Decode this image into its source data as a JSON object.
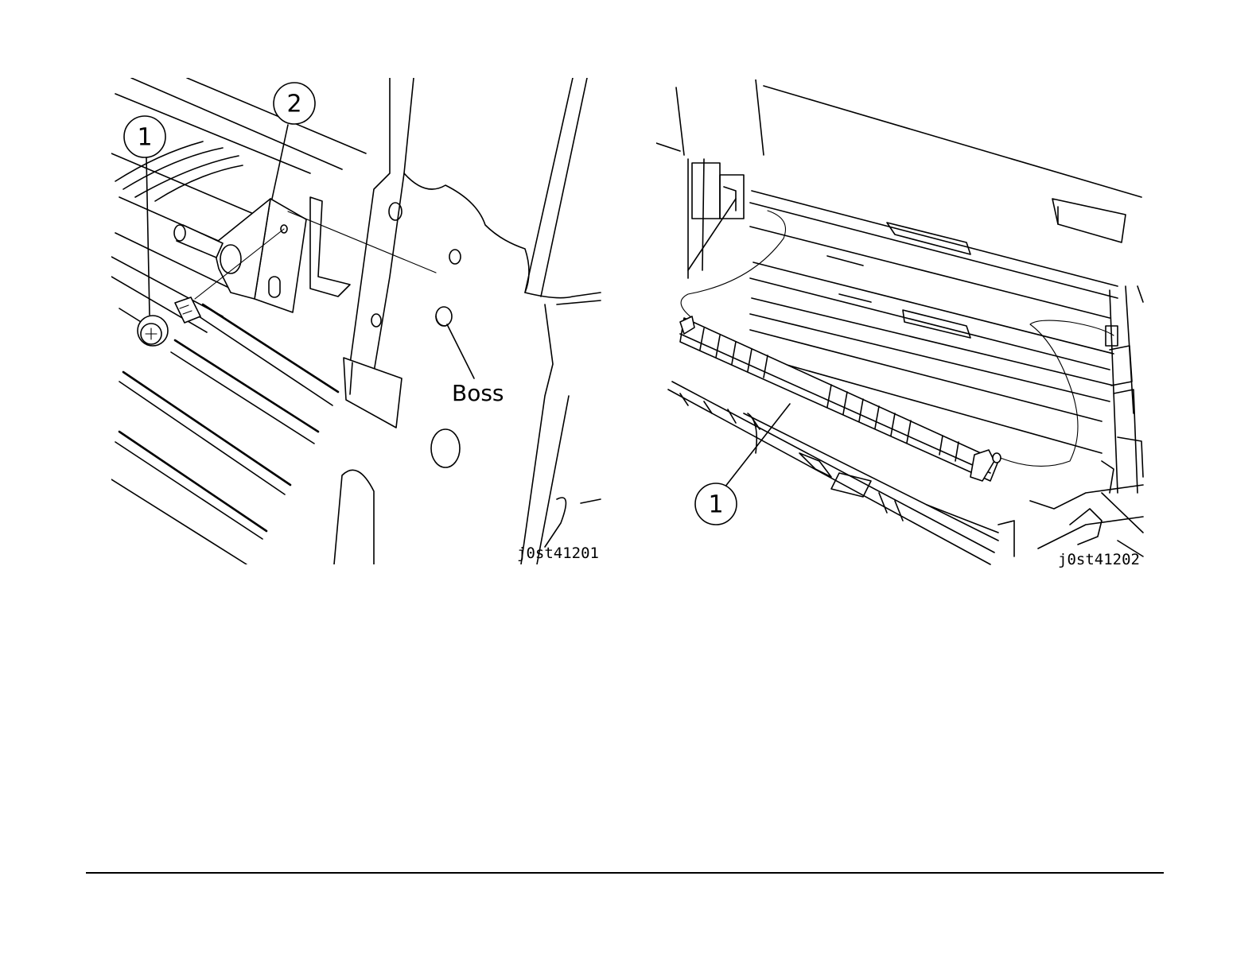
{
  "figures": [
    {
      "code": "j0st41201",
      "callouts": [
        "1",
        "2"
      ],
      "labels": {
        "boss": "Boss"
      }
    },
    {
      "code": "j0st41202",
      "callouts": [
        "1"
      ]
    }
  ]
}
